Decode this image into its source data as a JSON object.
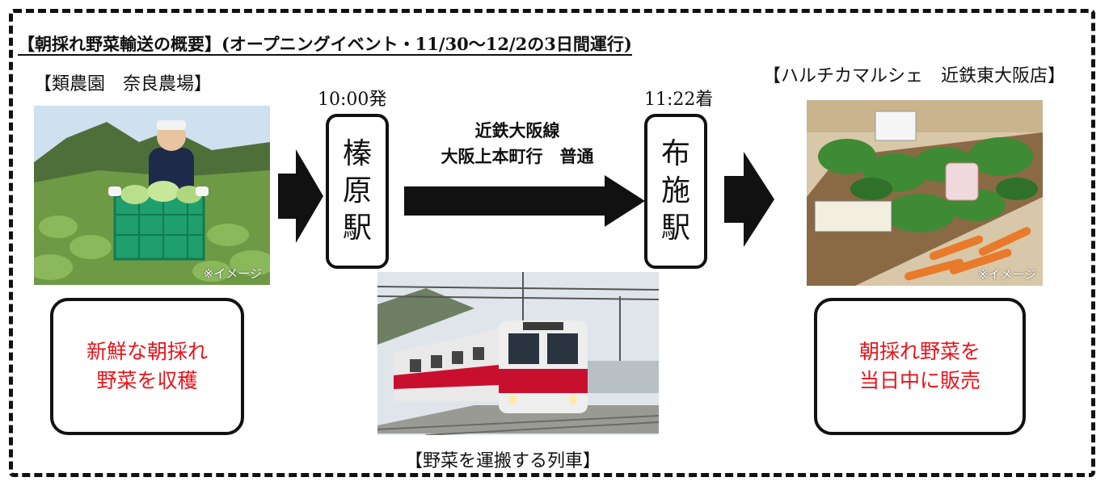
{
  "title": "【朝採れ野菜輸送の概要】(オープニングイベント・11/30～12/2の3日間運行)",
  "farm": {
    "label": "【類農園　奈良農場】",
    "image_note": "※イメージ",
    "box_lines": [
      "新鮮な朝採れ",
      "野菜を収穫"
    ]
  },
  "departure": {
    "time": "10:00発",
    "station_chars": [
      "榛",
      "原",
      "駅"
    ]
  },
  "route": {
    "line1": "近鉄大阪線",
    "line2": "大阪上本町行　普通"
  },
  "arrival": {
    "time": "11:22着",
    "station_chars": [
      "布",
      "施",
      "駅"
    ]
  },
  "store": {
    "label": "【ハルチカマルシェ　近鉄東大阪店】",
    "image_note": "※イメージ",
    "box_lines": [
      "朝採れ野菜を",
      "当日中に販売"
    ]
  },
  "train": {
    "caption": "【野菜を運搬する列車】"
  },
  "colors": {
    "accent_red": "#e8141b",
    "train_red": "#c8102e",
    "crate_green": "#1f9e6e"
  }
}
